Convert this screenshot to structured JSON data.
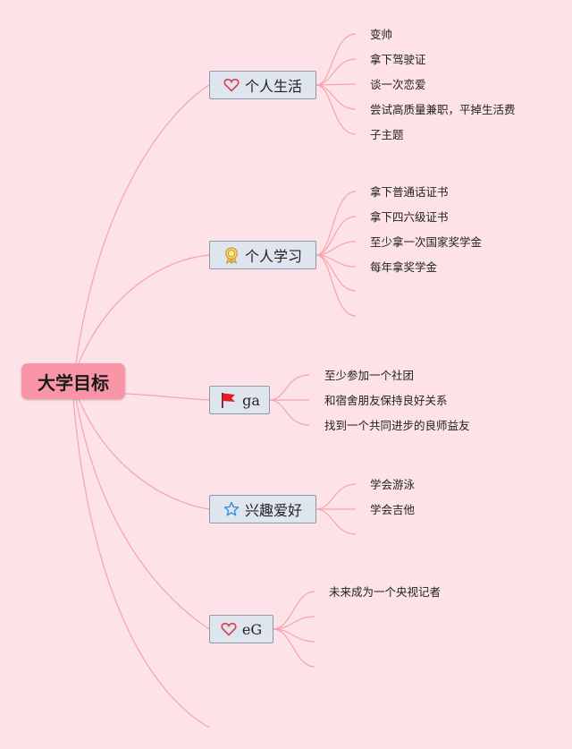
{
  "root": {
    "label": "大学目标"
  },
  "branches": [
    {
      "label": "个人生活",
      "icon": "heart-icon",
      "leaves": [
        "变帅",
        "拿下驾驶证",
        "谈一次恋爱",
        "尝试高质量兼职，平掉生活费",
        "子主题"
      ]
    },
    {
      "label": "个人学习",
      "icon": "medal-icon",
      "leaves": [
        "拿下普通话证书",
        "拿下四六级证书",
        "至少拿一次国家奖学金",
        "每年拿奖学金",
        ""
      ]
    },
    {
      "label": "ga",
      "icon": "red-flag-icon",
      "leaves": [
        "至少参加一个社团",
        "和宿舍朋友保持良好关系",
        "找到一个共同进步的良师益友"
      ]
    },
    {
      "label": "兴趣爱好",
      "icon": "star-icon",
      "leaves": [
        "学会游泳",
        "学会吉他",
        ""
      ]
    },
    {
      "label": "eG",
      "icon": "heart-icon",
      "leaves": [
        "未来成为一个央视记者",
        "",
        ""
      ]
    }
  ],
  "colors": {
    "background": "#fde2e7",
    "root": "#f995a6",
    "branch_fill": "#dfe5ee",
    "branch_border": "#8d9aab",
    "link": "#f4a3b3"
  }
}
